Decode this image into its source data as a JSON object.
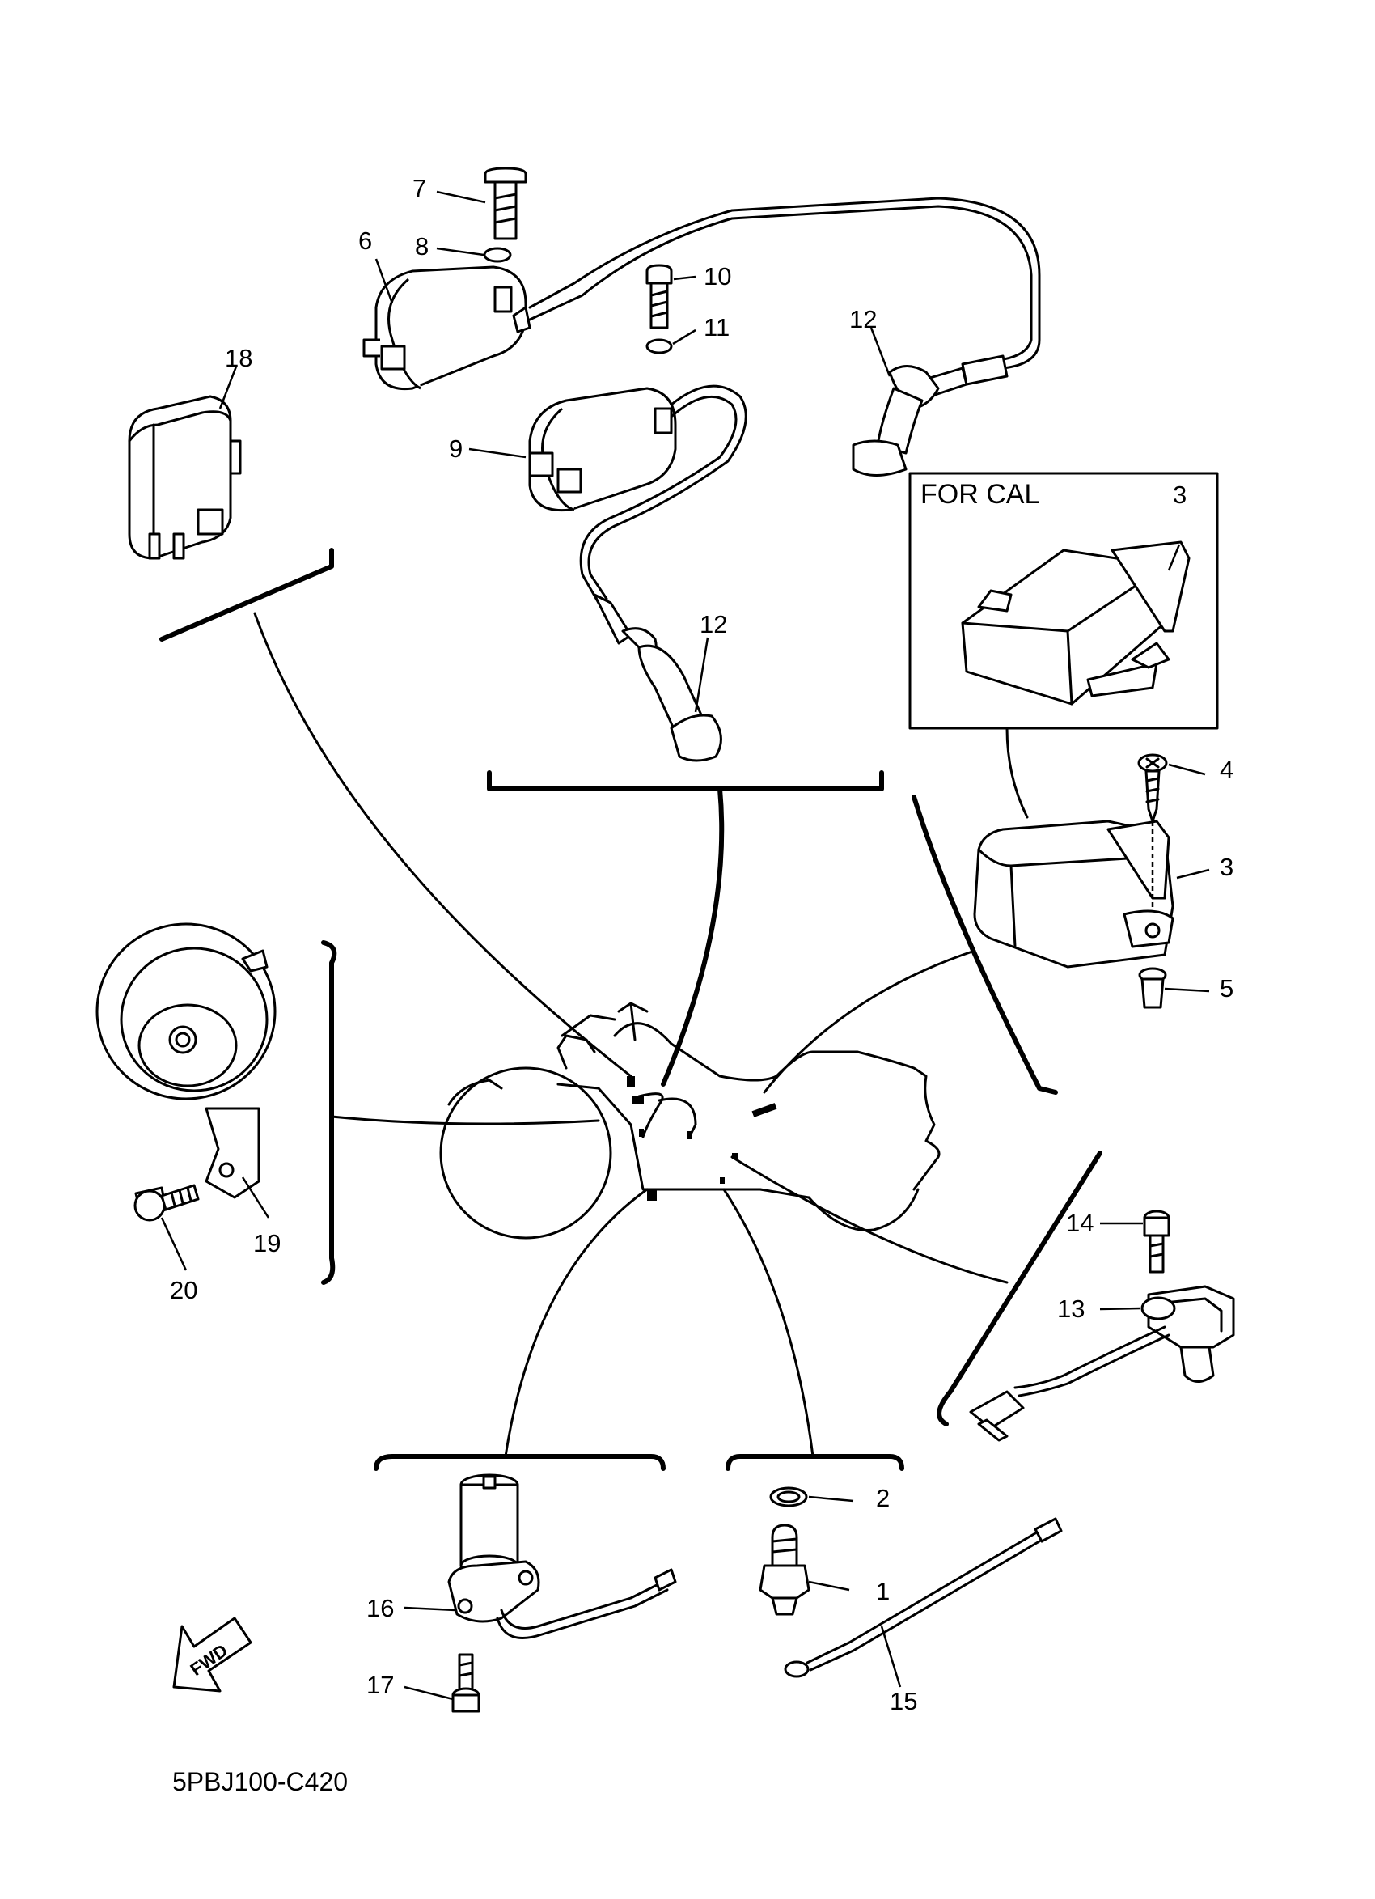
{
  "diagram": {
    "code": "5PBJ100-C420",
    "inset_label": "FOR CAL",
    "fwd_label": "FWD",
    "callouts": [
      "1",
      "2",
      "3",
      "3",
      "4",
      "5",
      "6",
      "7",
      "8",
      "9",
      "10",
      "11",
      "12",
      "12",
      "13",
      "14",
      "15",
      "16",
      "17",
      "18",
      "19",
      "20"
    ]
  }
}
